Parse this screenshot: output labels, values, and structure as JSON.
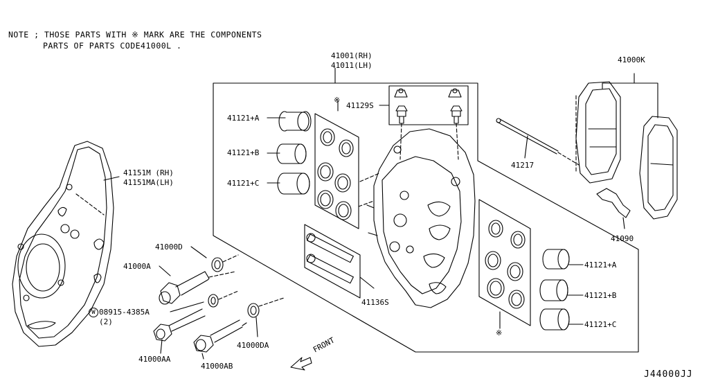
{
  "note": {
    "line1": "NOTE ; THOSE PARTS WITH ※ MARK ARE THE COMPONENTS",
    "line2": "PARTS OF PARTS CODE41000L ."
  },
  "labels": {
    "caliper_rh": "41001(RH)",
    "caliper_lh": "41011(LH)",
    "pad_kit": "41000K",
    "bleeder": "41129S",
    "asterisk_mark": "※",
    "piston_a_left": "41121+A",
    "piston_b_left": "41121+B",
    "piston_c_left": "41121+C",
    "piston_a_right": "41121+A",
    "piston_b_right": "41121+B",
    "piston_c_right": "41121+C",
    "pin": "41217",
    "spring": "41090",
    "baffle_rh": "41151M (RH)",
    "baffle_lh": "41151MA(LH)",
    "washer_d": "41000D",
    "bolt_a": "41000A",
    "circle_w": "W",
    "washer_part": "08915-4385A",
    "qty": "(2)",
    "bolt_aa": "41000AA",
    "bolt_ab": "41000AB",
    "washer_da": "41000DA",
    "pin_set": "41136S",
    "front": "FRONT",
    "diagram_code": "J44000JJ"
  },
  "colors": {
    "line": "#000000",
    "background": "#ffffff"
  }
}
